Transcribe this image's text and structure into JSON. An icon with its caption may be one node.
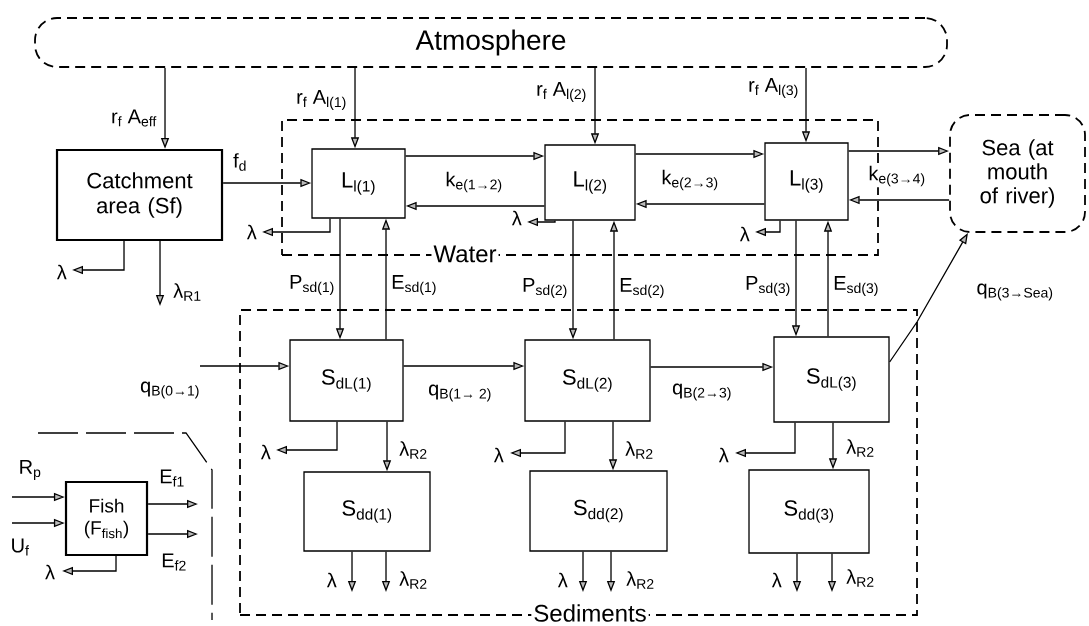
{
  "diagram": {
    "nodes": [
      {
        "text": [
          "Atmosphere"
        ]
      },
      {
        "text": [
          "Catchment area (Sf)"
        ]
      },
      {
        "text": [
          "Water"
        ]
      },
      {
        "text": [
          "L$_{l(1)}$"
        ],
        "in": 2
      },
      {
        "text": [
          "L$_{l(2)}$"
        ],
        "in": 2
      },
      {
        "text": [
          "L$_{l(3)}$"
        ],
        "in": 2
      },
      {
        "text": [
          "Sea (at mouth of river)"
        ]
      },
      {
        "text": [
          "Sediments"
        ]
      },
      {
        "text": [
          "S$_{dL(1)}$"
        ],
        "in": 7
      },
      {
        "text": [
          "S$_{dL(2)}$"
        ],
        "in": 7
      },
      {
        "text": [
          "S$_{dL(3)}$"
        ],
        "in": 7
      },
      {
        "text": [
          "S$_{dd(1)}$"
        ],
        "in": 7
      },
      {
        "text": [
          "S$_{dd(2)}$"
        ],
        "in": 7
      },
      {
        "text": [
          "S$_{dd(3)}$"
        ],
        "in": 7
      },
      {
        "text": [
          "Fish (F$_{fish}$)"
        ]
      }
    ],
    "edges": [
      {
        "from": 0,
        "to": 1,
        "arrow": "to",
        "label": "r$_{f}$ A$_{eff}$"
      },
      {
        "from": 0,
        "to": 3,
        "arrow": "to",
        "label": "r$_{f}$ A$_{l(1)}$"
      },
      {
        "from": 0,
        "to": 4,
        "arrow": "to",
        "label": "r$_{f}$ A$_{l(2)}$"
      },
      {
        "from": 0,
        "to": 5,
        "arrow": "to",
        "label": "r$_{f}$ A$_{l(3)}$"
      },
      {
        "from": 1,
        "to": 3,
        "arrow": "to",
        "label": "f$_{d}$"
      },
      {
        "from": 3,
        "to": 4,
        "arrow": "to",
        "label": "k$_{e(1→2)}$"
      },
      {
        "from": 4,
        "to": 3,
        "arrow": "to"
      },
      {
        "from": 4,
        "to": 5,
        "arrow": "to",
        "label": "k$_{e(2→3)}$"
      },
      {
        "from": 5,
        "to": 4,
        "arrow": "to"
      },
      {
        "from": 5,
        "to": 6,
        "arrow": "to",
        "label": "k$_{e(3→4)}$"
      },
      {
        "from": 6,
        "to": 5,
        "arrow": "to"
      },
      {
        "from": 3,
        "to": null,
        "arrow": "to",
        "label": "λ"
      },
      {
        "from": 4,
        "to": null,
        "arrow": "to",
        "label": "λ"
      },
      {
        "from": 5,
        "to": null,
        "arrow": "to",
        "label": "λ"
      },
      {
        "from": 1,
        "to": null,
        "arrow": "to",
        "label": "λ"
      },
      {
        "from": 1,
        "to": null,
        "arrow": "to",
        "label": "λ$_{R1}$"
      },
      {
        "from": 3,
        "to": 8,
        "arrow": "to",
        "label": "P$_{sd(1)}$"
      },
      {
        "from": 8,
        "to": 3,
        "arrow": "to",
        "label": "E$_{sd(1)}$"
      },
      {
        "from": 4,
        "to": 9,
        "arrow": "to",
        "label": "P$_{sd(2)}$"
      },
      {
        "from": 9,
        "to": 4,
        "arrow": "to",
        "label": "E$_{sd(2)}$"
      },
      {
        "from": 5,
        "to": 10,
        "arrow": "to",
        "label": "P$_{sd(3)}$"
      },
      {
        "from": 10,
        "to": 5,
        "arrow": "to",
        "label": "E$_{sd(3)}$"
      },
      {
        "from": null,
        "to": 8,
        "arrow": "to",
        "label": "q$_{B(0→1)}$"
      },
      {
        "from": 8,
        "to": 9,
        "arrow": "to",
        "label": "q$_{B(1→ 2)}$"
      },
      {
        "from": 9,
        "to": 10,
        "arrow": "to",
        "label": "q$_{B(2→3)}$"
      },
      {
        "from": 10,
        "to": 6,
        "arrow": "to",
        "label": "q$_{B(3→Sea)}$"
      },
      {
        "from": 8,
        "to": null,
        "arrow": "to",
        "label": "λ"
      },
      {
        "from": 8,
        "to": 11,
        "arrow": "to",
        "label": "λ$_{R2}$"
      },
      {
        "from": 9,
        "to": null,
        "arrow": "to",
        "label": "λ"
      },
      {
        "from": 9,
        "to": 12,
        "arrow": "to",
        "label": "λ$_{R2}$"
      },
      {
        "from": 10,
        "to": null,
        "arrow": "to",
        "label": "λ"
      },
      {
        "from": 10,
        "to": 13,
        "arrow": "to",
        "label": "λ$_{R2}$"
      },
      {
        "from": 11,
        "to": null,
        "arrow": "to",
        "label": "λ"
      },
      {
        "from": 11,
        "to": null,
        "arrow": "to",
        "label": "λ$_{R2}$"
      },
      {
        "from": 12,
        "to": null,
        "arrow": "to",
        "label": "λ"
      },
      {
        "from": 12,
        "to": null,
        "arrow": "to",
        "label": "λ$_{R2}$"
      },
      {
        "from": 13,
        "to": null,
        "arrow": "to",
        "label": "λ"
      },
      {
        "from": 13,
        "to": null,
        "arrow": "to",
        "label": "λ$_{R2}$"
      },
      {
        "from": null,
        "to": 14,
        "arrow": "to",
        "label": "R$_{p}$"
      },
      {
        "from": null,
        "to": 14,
        "arrow": "to",
        "label": "U$_{f}$"
      },
      {
        "from": 14,
        "to": null,
        "arrow": "to",
        "label": "E$_{f1}$"
      },
      {
        "from": 14,
        "to": null,
        "arrow": "to",
        "label": "E$_{f2}$"
      },
      {
        "from": 14,
        "to": null,
        "arrow": "to",
        "label": "λ"
      }
    ]
  }
}
